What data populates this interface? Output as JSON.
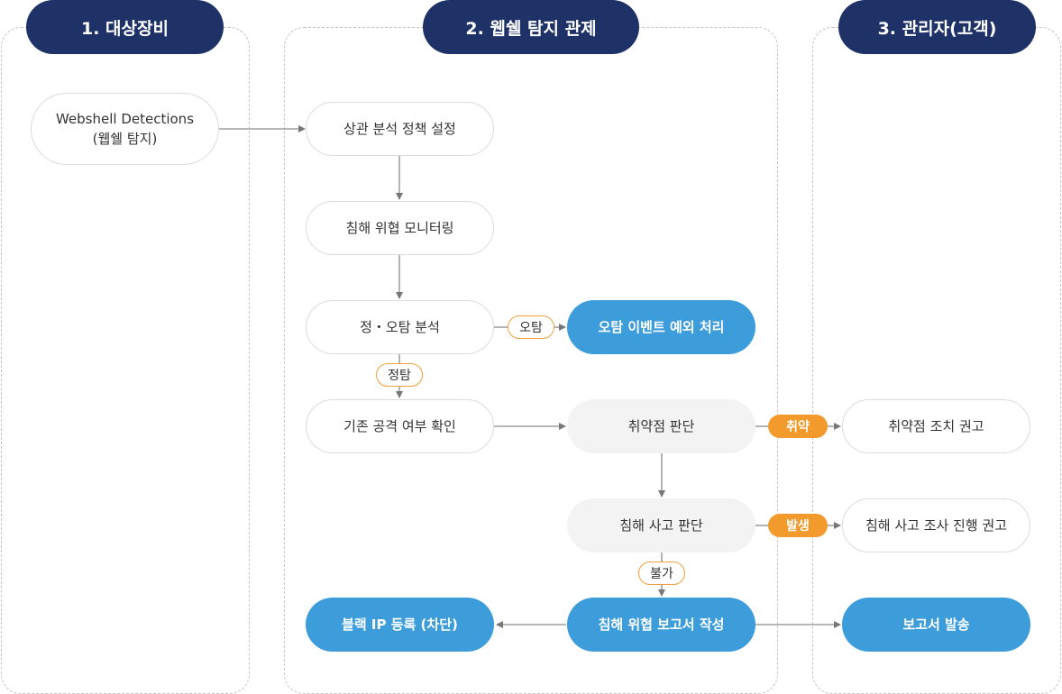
{
  "lanes": {
    "target": "1. 대상장비",
    "control": "2. 웹쉘 탐지 관제",
    "admin": "3. 관리자(고객)"
  },
  "nodes": {
    "webshell": "Webshell Detections\n(웹쉘 탐지)",
    "policy": "상관 분석 정책 설정",
    "monitor": "침해 위협 모니터링",
    "analysis": "정・오탐 분석",
    "exception": "오탐 이벤트 예외 처리",
    "history": "기존 공격 여부 확인",
    "vuln_judge": "취약점 판단",
    "vuln_action": "취약점 조치 권고",
    "incident_judge": "침해 사고 판단",
    "incident_action": "침해 사고 조사 진행 권고",
    "block": "블랙 IP 등록 (차단)",
    "report": "침해 위협 보고서 작성",
    "send": "보고서 발송"
  },
  "tags": {
    "false_pos": "오탐",
    "true_pos": "정탐",
    "vuln": "취약",
    "occur": "발생",
    "impossible": "불가"
  },
  "colors": {
    "lane_header": "#1f3267",
    "accent_blue": "#3d9ddb",
    "accent_orange": "#f39a2c",
    "gray_node": "#f3f3f3"
  }
}
